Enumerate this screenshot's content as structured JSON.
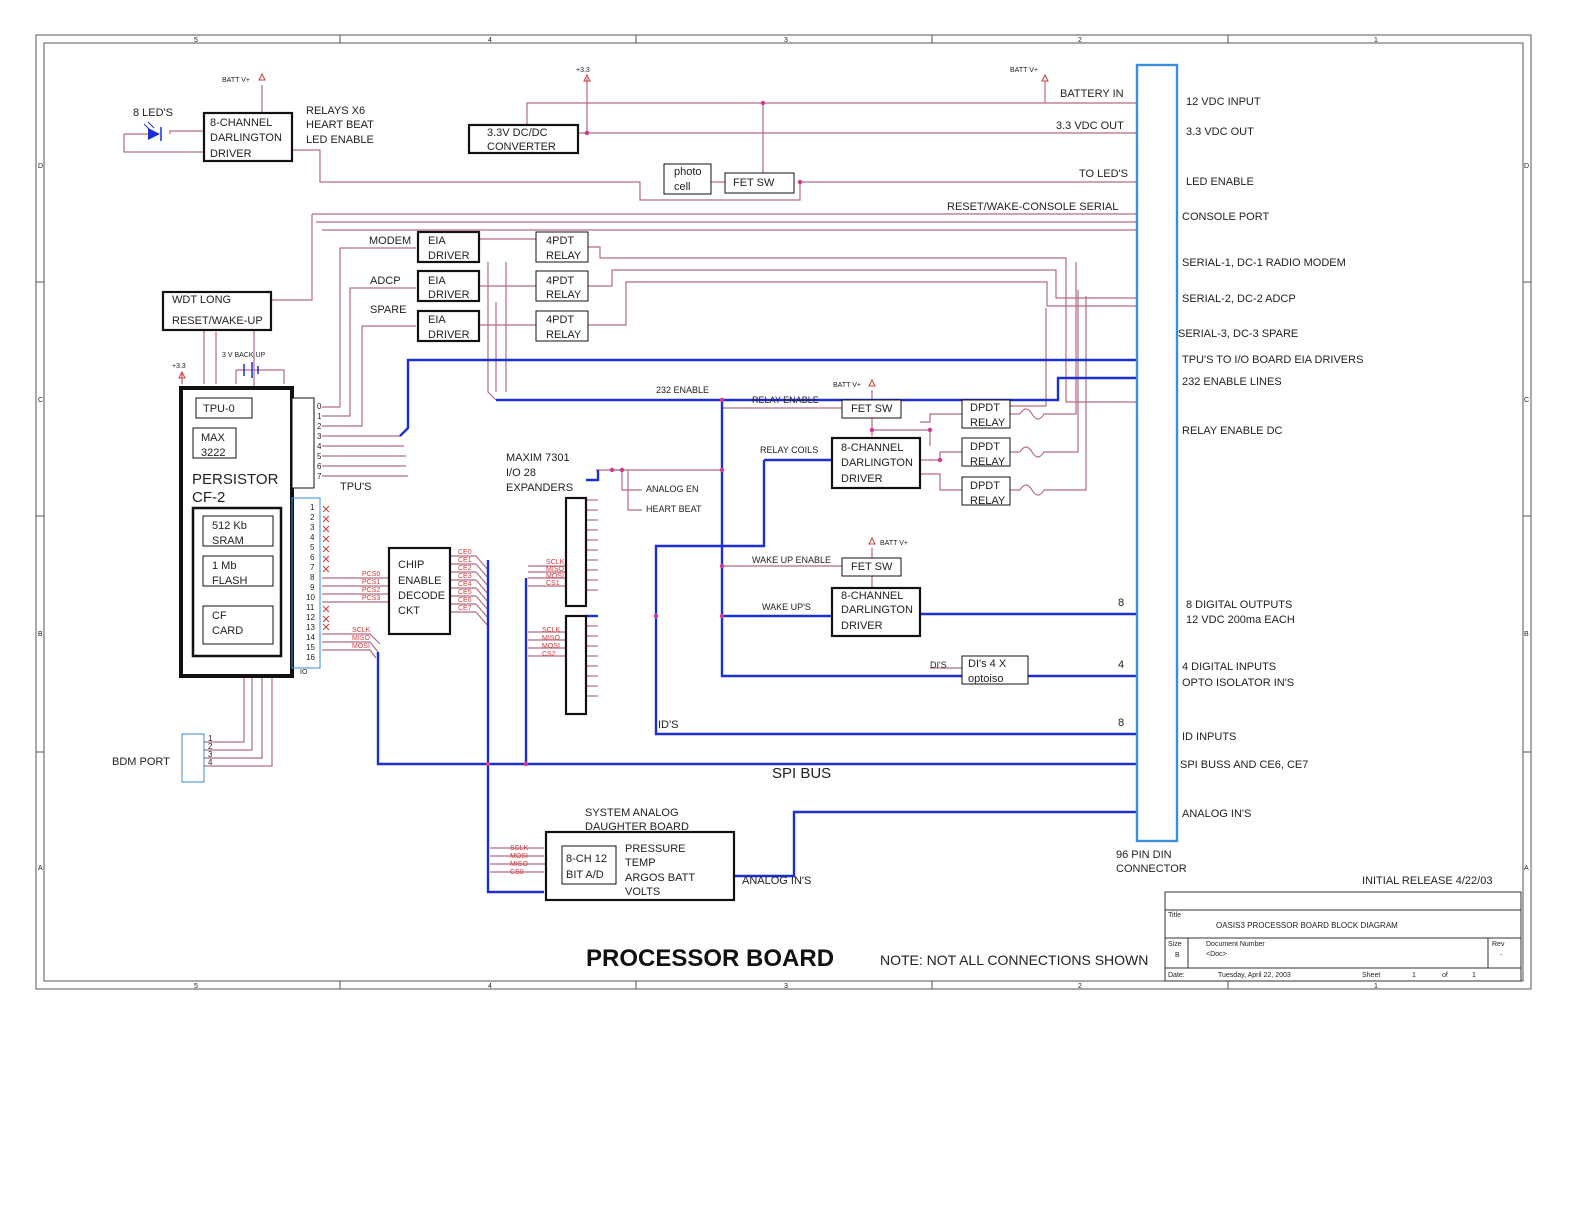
{
  "sheet": {
    "title_label": "Title",
    "title": "OASIS3 PROCESSOR BOARD BLOCK DIAGRAM",
    "size_label": "Size",
    "size": "B",
    "docnum_label": "Document Number",
    "docnum": "<Doc>",
    "rev_label": "Rev",
    "rev": "-",
    "date_label": "Date:",
    "date": "Tuesday, April 22, 2003",
    "sheet_label": "Sheet",
    "sheet_no": "1",
    "of_label": "of",
    "sheet_total": "1",
    "release": "INITIAL RELEASE 4/22/03",
    "board_title": "PROCESSOR BOARD",
    "note": "NOTE: NOT ALL CONNECTIONS SHOWN",
    "zones_top": [
      "5",
      "4",
      "3",
      "2",
      "1"
    ],
    "zones_side": [
      "D",
      "C",
      "B",
      "A"
    ]
  },
  "blocks": {
    "darlington_top": [
      "8-CHANNEL",
      "DARLINGTON",
      "DRIVER"
    ],
    "leds": "8 LED'S",
    "batt_v1": "BATT V+",
    "relays_note": [
      "RELAYS X6",
      "HEART BEAT",
      "LED ENABLE"
    ],
    "dcdc": [
      "3.3V DC/DC",
      "CONVERTER"
    ],
    "v33": "+3.3",
    "batt_v2": "BATT V+",
    "photo": [
      "photo",
      "cell"
    ],
    "fet1": "FET SW",
    "wdt": [
      "WDT LONG",
      "RESET/WAKE-UP"
    ],
    "modem": "MODEM",
    "adcp": "ADCP",
    "spare": "SPARE",
    "eia": [
      "EIA",
      "DRIVER"
    ],
    "relay4pdt": [
      "4PDT",
      "RELAY"
    ],
    "backup": "3 V BACK UP",
    "v33b": "+3.3",
    "tpu0": "TPU-0",
    "max": [
      "MAX",
      "3222"
    ],
    "persistor": [
      "PERSISTOR",
      "CF-2"
    ],
    "sram": [
      "512 Kb",
      "SRAM"
    ],
    "flash": [
      "1 Mb",
      "FLASH"
    ],
    "cf": [
      "CF",
      "CARD"
    ],
    "tpus": "TPU'S",
    "tpu_pins": [
      "0",
      "1",
      "2",
      "3",
      "4",
      "5",
      "6",
      "7"
    ],
    "io_pins": [
      "1",
      "2",
      "3",
      "4",
      "5",
      "6",
      "7",
      "8",
      "9",
      "10",
      "11",
      "12",
      "13",
      "14",
      "15",
      "16"
    ],
    "io_label": "IO",
    "pcs_labels": [
      "PCS0",
      "PCS1",
      "PCS2",
      "PCS3"
    ],
    "spi_labels": [
      "SCLK",
      "MISO",
      "MOSI"
    ],
    "chip": [
      "CHIP",
      "ENABLE",
      "DECODE",
      "CKT"
    ],
    "ce_labels": [
      "CE0",
      "CE1",
      "CE2",
      "CE3",
      "CE4",
      "CE5",
      "CE6",
      "CE7"
    ],
    "maxim": [
      "MAXIM 7301",
      "I/O 28",
      "EXPANDERS"
    ],
    "exp_labels1": [
      "SCLK",
      "MISO",
      "MOSI",
      "CS1"
    ],
    "exp_labels2": [
      "SCLK",
      "MISO",
      "MOSI",
      "CS2"
    ],
    "analog_en": "ANALOG EN",
    "heart_beat": "HEART BEAT",
    "en232": "232 ENABLE",
    "relay_enable": "RELAY ENABLE",
    "batt_v3": "BATT V+",
    "fet2": "FET SW",
    "relay_coils": "RELAY COILS",
    "darlington_mid": [
      "8-CHANNEL",
      "DARLINGTON",
      "DRIVER"
    ],
    "dpdt": [
      "DPDT",
      "RELAY"
    ],
    "batt_v4": "BATT V+",
    "wake_enable": "WAKE UP ENABLE",
    "fet3": "FET SW",
    "wake_ups": "WAKE UP'S",
    "darlington_low": [
      "8-CHANNEL",
      "DARLINGTON",
      "DRIVER"
    ],
    "dis": "DI'S",
    "optoiso": [
      "DI's 4 X",
      "optoiso"
    ],
    "ids": "ID'S",
    "spi_bus": "SPI BUS",
    "bdm": "BDM PORT",
    "bdm_pins": [
      "1",
      "2",
      "3",
      "4"
    ],
    "analog_board": [
      "SYSTEM ANALOG",
      "DAUGHTER BOARD"
    ],
    "adc": [
      "8-CH 12",
      "BIT A/D"
    ],
    "adc_labels": [
      "SCLK",
      "MOSI",
      "MISO",
      "CS0"
    ],
    "sensors": [
      "PRESSURE",
      "TEMP",
      "ARGOS BATT",
      "VOLTS"
    ],
    "analog_ins": "ANALOG IN'S",
    "connector": [
      "96 PIN DIN",
      "CONNECTOR"
    ],
    "count8a": "8",
    "count4": "4",
    "count8b": "8"
  },
  "wire_labels": {
    "battery_in": "BATTERY IN",
    "out33": "3.3 VDC OUT",
    "to_leds": "TO LED'S",
    "reset_console": "RESET/WAKE-CONSOLE SERIAL"
  },
  "connector_pins": [
    "12 VDC INPUT",
    "3.3 VDC OUT",
    "LED ENABLE",
    "CONSOLE PORT",
    "SERIAL-1,  DC-1  RADIO MODEM",
    "SERIAL-2,  DC-2  ADCP",
    "SERIAL-3,  DC-3  SPARE",
    "TPU'S TO I/O BOARD EIA DRIVERS",
    "232 ENABLE LINES",
    "RELAY ENABLE DC",
    "8 DIGITAL OUTPUTS",
    "12 VDC 200ma EACH",
    "4 DIGITAL INPUTS",
    "OPTO ISOLATOR IN'S",
    "ID INPUTS",
    "SPI BUSS AND CE6, CE7",
    "ANALOG IN'S"
  ]
}
